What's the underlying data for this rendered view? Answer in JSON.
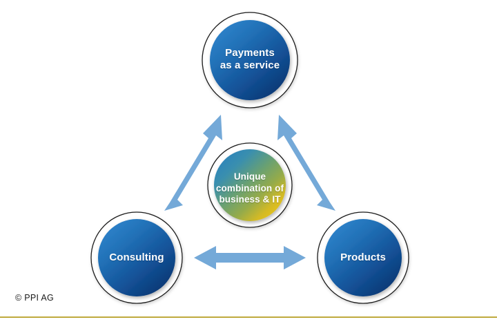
{
  "diagram": {
    "title": "Unique combination of business & IT",
    "nodes": [
      {
        "id": "payments",
        "label": "Payments\nas a service",
        "position": "top",
        "fill_from": "#2b7cc4",
        "fill_to": "#0b3b77"
      },
      {
        "id": "core",
        "label": "Unique\ncombination of\nbusiness & IT",
        "position": "center",
        "fill_from": "#2a7fb8",
        "fill_to": "#e9c21c"
      },
      {
        "id": "consulting",
        "label": "Consulting",
        "position": "bottom-left",
        "fill_from": "#2b7cc4",
        "fill_to": "#0b3b77"
      },
      {
        "id": "products",
        "label": "Products",
        "position": "bottom-right",
        "fill_from": "#2b7cc4",
        "fill_to": "#0b3b77"
      }
    ],
    "arrows": [
      {
        "id": "consulting-to-payments",
        "from": "consulting",
        "to": "payments",
        "heads": "single",
        "color": "#74a9d8"
      },
      {
        "id": "products-to-payments",
        "from": "products",
        "to": "payments",
        "heads": "single",
        "color": "#74a9d8"
      },
      {
        "id": "consulting-products",
        "from": "consulting",
        "to": "products",
        "heads": "double",
        "color": "#74a9d8"
      }
    ]
  },
  "footer": {
    "copyright": "© PPI AG",
    "rule_color": "#bfa93d"
  },
  "colors": {
    "background": "#ffffff",
    "ring_outline": "#1b1b1b",
    "ring_fill": "#ffffff",
    "arrow": "#74a9d8",
    "label_text": "#ffffff"
  }
}
